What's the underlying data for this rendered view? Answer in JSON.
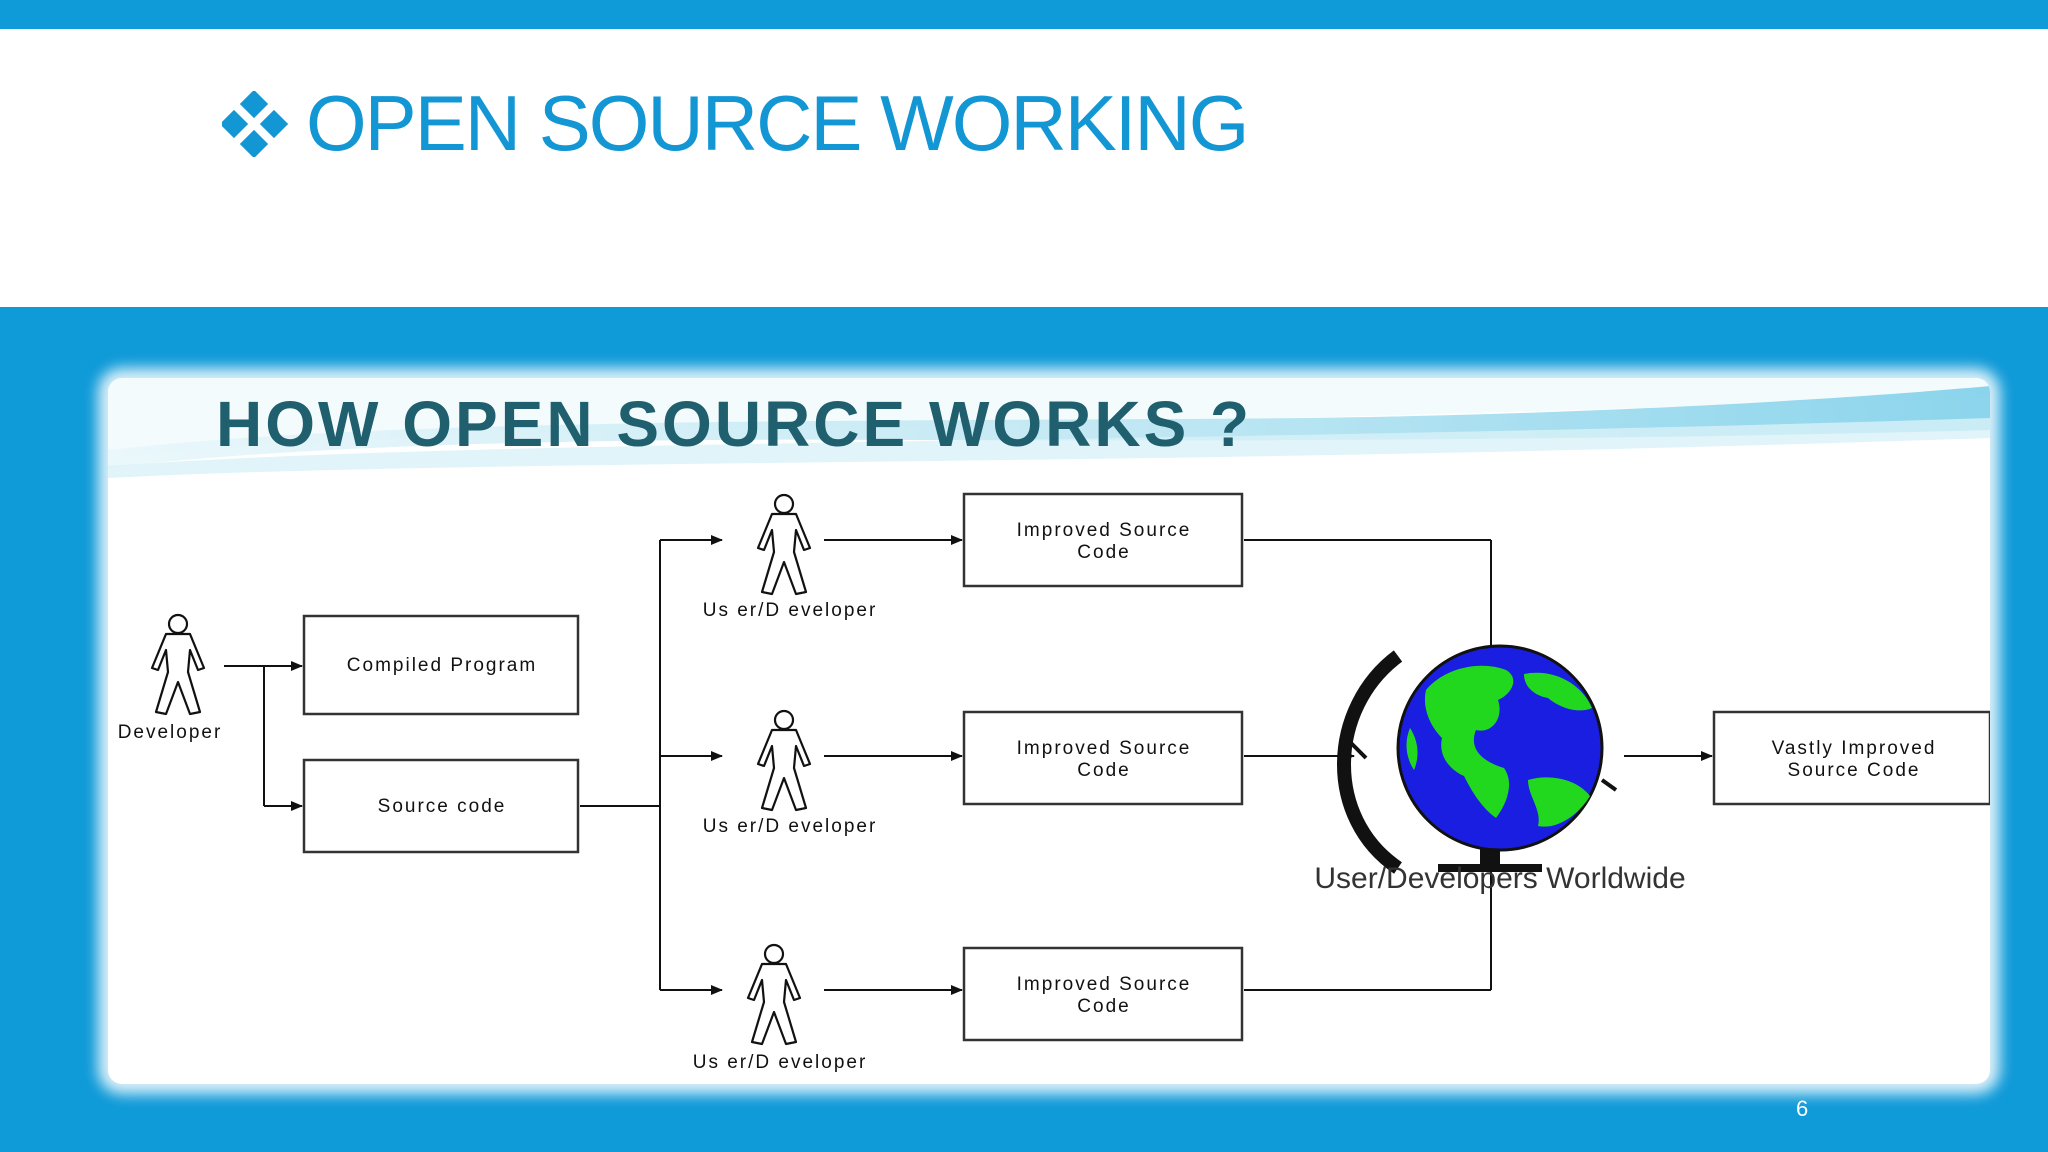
{
  "slide": {
    "title": "OPEN SOURCE WORKING",
    "page_number": "6"
  },
  "diagram": {
    "heading": "HOW OPEN SOURCE WORKS ?",
    "developer_label": "Developer",
    "compiled_program": "Compiled Program",
    "source_code": "Source code",
    "user_developer": "Us er/D eveloper",
    "improved_line1": "Improved Source",
    "improved_line2": "Code",
    "vastly_line1": "Vastly Improved",
    "vastly_line2": "Source Code",
    "worldwide": "User/Developers Worldwide"
  },
  "colors": {
    "slide_blue": "#0f9ad8",
    "title_blue": "#1396d4",
    "heading_teal": "#1f5f6e",
    "ocean": "#1a1ee0",
    "land": "#22d81e"
  }
}
